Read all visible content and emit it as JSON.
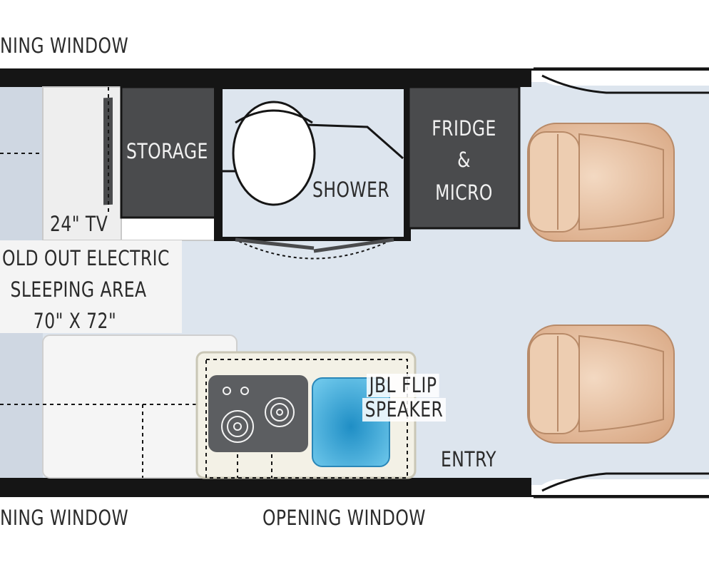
{
  "labels": {
    "top_window": "NING WINDOW",
    "bottom_left_window": "NING WINDOW",
    "bottom_center_window": "OPENING WINDOW",
    "storage": "STORAGE",
    "shower": "SHOWER",
    "fridge_line1": "FRIDGE",
    "fridge_line2": "&",
    "fridge_line3": "MICRO",
    "tv": "24\" TV",
    "sleeping_line1": "OLD OUT ELECTRIC",
    "sleeping_line2": "SLEEPING AREA",
    "sleeping_line3": "70\" X 72\"",
    "speaker_line1": "JBL FLIP",
    "speaker_line2": "SPEAKER",
    "entry": "ENTRY"
  },
  "colors": {
    "floor": "#dde5ee",
    "wall": "#151515",
    "cabinet_dark": "#4a4b4d",
    "counter": "#f3f1e6",
    "sink": "#37a7d8",
    "seat": "#e9c5a6",
    "cooktop": "#5c5e61"
  }
}
